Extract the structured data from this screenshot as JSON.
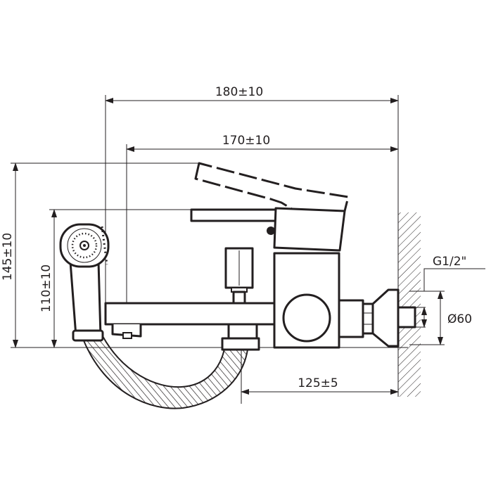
{
  "dimensions": {
    "overall_length": "180±10",
    "spout_length": "170±10",
    "total_height": "145±10",
    "shower_height": "110±10",
    "wall_offset": "125±5",
    "thread_size": "G1/2\"",
    "flange_diameter": "Ø60"
  }
}
